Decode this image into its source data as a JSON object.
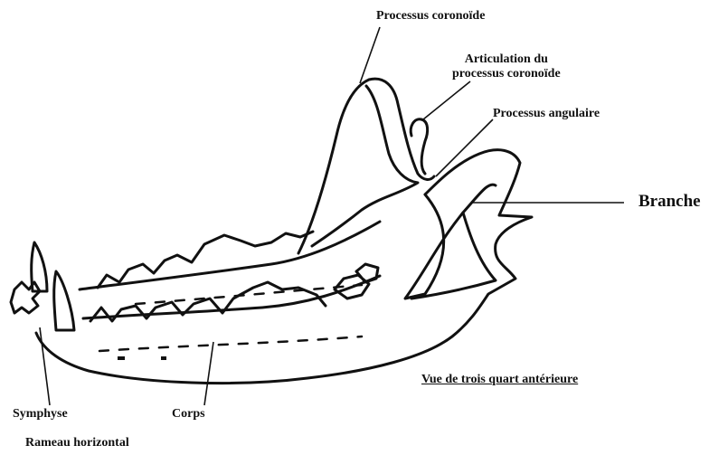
{
  "labels": {
    "processus_coronoide": "Processus coronoïde",
    "articulation_line1": "Articulation du",
    "articulation_line2": "processus coronoïde",
    "processus_angulaire": "Processus angulaire",
    "branche": "Branche",
    "vue": "Vue de trois quart antérieure",
    "symphyse": "Symphyse",
    "corps": "Corps",
    "rameau": "Rameau horizontal"
  },
  "colors": {
    "ink": "#111111",
    "background": "#ffffff"
  }
}
